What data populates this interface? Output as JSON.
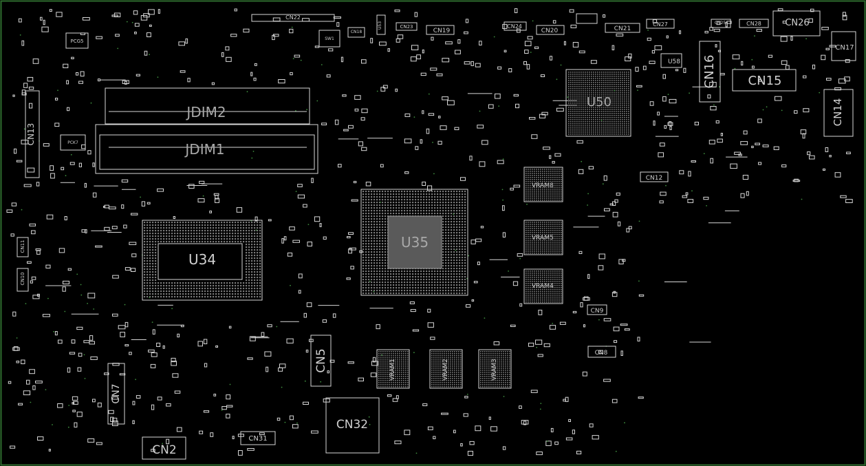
{
  "board": {
    "background": "#000000",
    "outline_color": "#2e6b2e",
    "trace_color": "#d8d8d8",
    "label_color": "#d0d0d0"
  },
  "components": {
    "JDIM2": "JDIM2",
    "JDIM1": "JDIM1",
    "U34": "U34",
    "U35": "U35",
    "U50": "U50",
    "VRAM8": "VRAM8",
    "VRAM5": "VRAM5",
    "VRAM4": "VRAM4",
    "VRAM1": "VRAM1",
    "VRAM2": "VRAM2",
    "VRAM3": "VRAM3",
    "CN2": "CN2",
    "CN5": "CN5",
    "CN7": "CN7",
    "CN8": "CN8",
    "CN9": "CN9",
    "CN10": "CN10",
    "CN11": "CN11",
    "CN12": "CN12",
    "CN13": "CN13",
    "CN14": "CN14",
    "CN15": "CN15",
    "CN16": "CN16",
    "CN17": "CN17",
    "CN19": "CN19",
    "CN20": "CN20",
    "CN21": "CN21",
    "CN22": "CN22",
    "CN23": "CN23",
    "CN24": "CN24",
    "CN26": "CN26",
    "CN27": "CN27",
    "CN28": "CN28",
    "CN31": "CN31",
    "CN32": "CN32",
    "U58": "U58",
    "PCG5": "PCG5",
    "PCK7": "PCK7",
    "U53": "U53",
    "SW1": "SW1",
    "CN18": "CN18",
    "CN25": "CN25"
  }
}
